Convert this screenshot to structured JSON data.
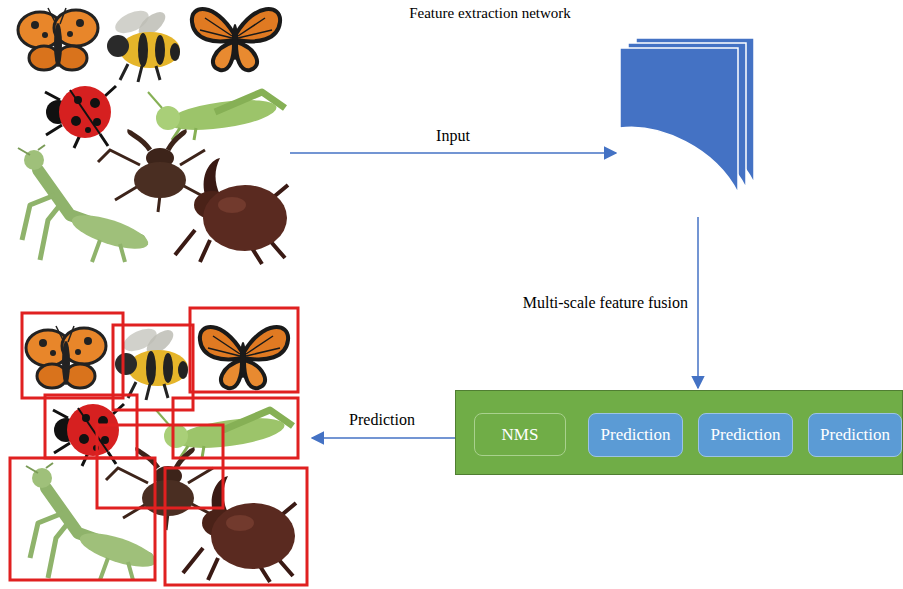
{
  "diagram": {
    "nodes": [
      {
        "text": [
          "Feature extraction network"
        ]
      },
      {
        "text": []
      },
      {
        "text": [
          "NMS"
        ],
        "in": 1
      },
      {
        "text": [
          "Prediction"
        ],
        "in": 1
      },
      {
        "text": [
          "Prediction"
        ],
        "in": 1
      },
      {
        "text": [
          "Prediction"
        ],
        "in": 1
      }
    ],
    "edges": [
      {
        "from": 0,
        "to": 1,
        "arrow": "to",
        "label": "Multi-scale feature fusion"
      }
    ],
    "labels": [
      "Input",
      "Prediction"
    ]
  }
}
